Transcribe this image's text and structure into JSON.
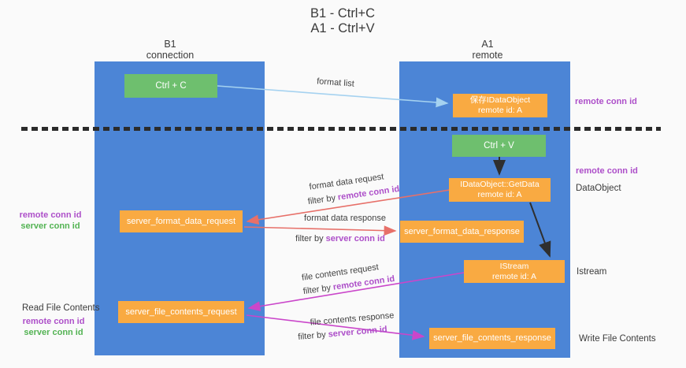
{
  "title": {
    "line1": "B1 - Ctrl+C",
    "line2": "A1 - Ctrl+V"
  },
  "lanes": {
    "left": {
      "title": "B1",
      "subtitle": "connection"
    },
    "right": {
      "title": "A1",
      "subtitle": "remote"
    }
  },
  "nodes": {
    "ctrl_c": {
      "label": "Ctrl + C"
    },
    "ctrl_v": {
      "label": "Ctrl + V"
    },
    "save_dataobject": {
      "line1": "保存IDataObject",
      "line2": "remote id: A"
    },
    "getdata": {
      "line1": "IDataObject::GetData",
      "line2": "remote id: A"
    },
    "istream": {
      "line1": "IStream",
      "line2": "remote id: A"
    },
    "format_request": {
      "label": "server_format_data_request"
    },
    "format_response": {
      "label": "server_format_data_response"
    },
    "file_request": {
      "label": "server_file_contents_request"
    },
    "file_response": {
      "label": "server_file_contents_response"
    }
  },
  "flows": {
    "format_list": {
      "label": "format list"
    },
    "format_data_request": {
      "label": "format data request",
      "filter_prefix": "filter by",
      "filter_value": "remote conn id"
    },
    "format_data_response": {
      "label": "format data response",
      "filter_prefix": "filter by",
      "filter_value": "server conn id"
    },
    "file_contents_request": {
      "label": "file contents request",
      "filter_prefix": "filter by",
      "filter_value": "remote conn id"
    },
    "file_contents_response": {
      "label": "file contents response",
      "filter_prefix": "filter by",
      "filter_value": "server conn id"
    }
  },
  "side_labels": {
    "right_top_conn": "remote conn id",
    "right_mid_conn": "remote conn id",
    "dataobject": "DataObject",
    "istream": "Istream",
    "write_file": "Write File Contents",
    "read_file": "Read File Contents",
    "left_format_remote": "remote conn id",
    "left_format_server": "server conn id",
    "left_file_remote": "remote conn id",
    "left_file_server": "server conn id"
  },
  "colors": {
    "lane_blue": "#4c85d6",
    "action_green": "#6ebf6e",
    "message_orange": "#f9aa42",
    "conn_purple": "#ad4fc9",
    "conn_green": "#53b353",
    "arrow_blue": "#a5d2f0",
    "arrow_salmon": "#e77069",
    "arrow_magenta": "#ca46ca",
    "arrow_black": "#2f2f2f"
  }
}
